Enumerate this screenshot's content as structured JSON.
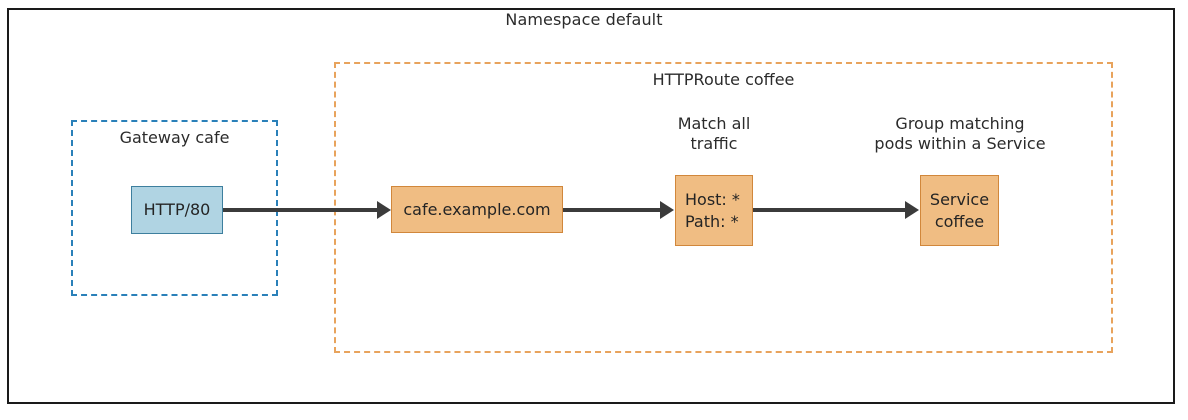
{
  "diagram": {
    "namespace": {
      "title": "Namespace default",
      "border_color": "#1a1a1a"
    },
    "httproute": {
      "title": "HTTPRoute coffee",
      "border_color": "#e8a35c"
    },
    "gateway": {
      "title": "Gateway cafe",
      "border_color": "#2a80b9"
    },
    "nodes": {
      "listener": {
        "label": "HTTP/80",
        "fill": "#b0d4e3",
        "stroke": "#3d7f9e"
      },
      "hostname": {
        "label": "cafe.example.com",
        "fill": "#f0bd83",
        "stroke": "#d1873b"
      },
      "match": {
        "line1": "Host: *",
        "line2": "Path: *",
        "fill": "#f0bd83",
        "stroke": "#d1873b"
      },
      "backend": {
        "line1": "Service",
        "line2": "coffee",
        "fill": "#f0bd83",
        "stroke": "#d1873b"
      }
    },
    "captions": {
      "match": {
        "line1": "Match all",
        "line2": "traffic"
      },
      "backend": {
        "line1": "Group matching",
        "line2": "pods within a Service"
      }
    },
    "connectors": {
      "listener_to_hostname": "arrow-right",
      "hostname_to_match": "arrow-right",
      "match_to_backend": "arrow-right"
    }
  }
}
